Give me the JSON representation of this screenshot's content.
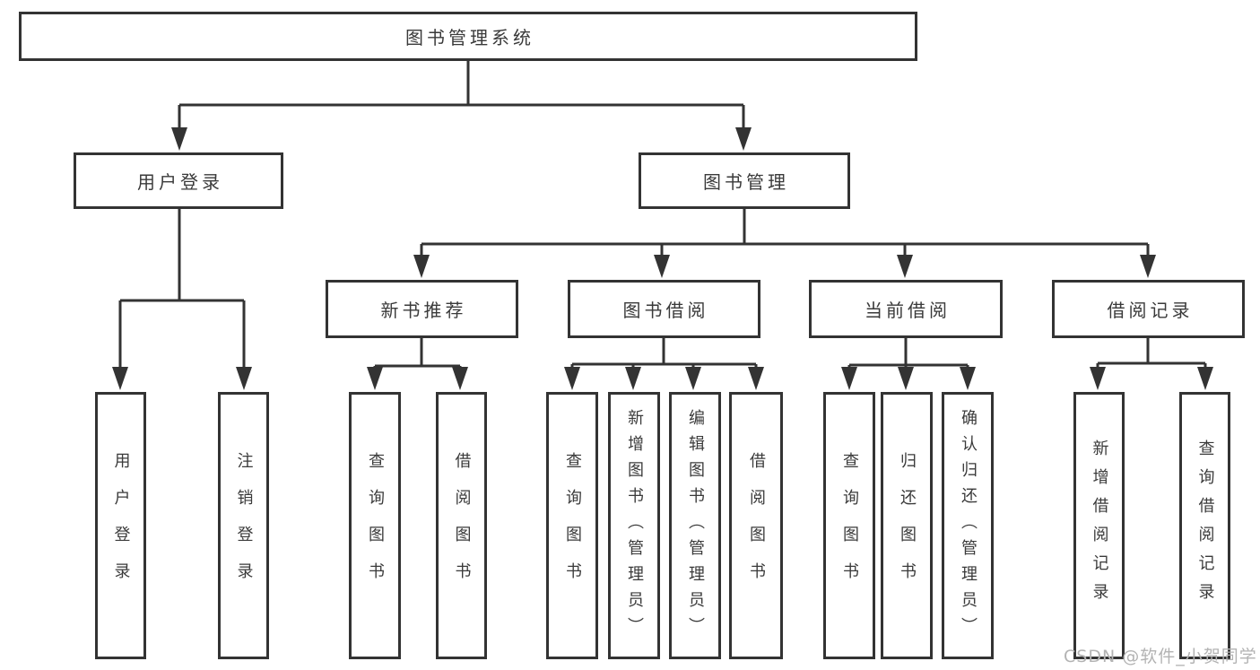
{
  "colors": {
    "line": "#333333",
    "text": "#3a3a3a",
    "watermark": "#b3b3b3",
    "background": "#ffffff"
  },
  "watermark": {
    "text": "CSDN @软件_小贺同学"
  },
  "tree": {
    "label": "图书管理系统",
    "children": [
      {
        "label": "用户登录",
        "children": [
          {
            "label": "用户登录"
          },
          {
            "label": "注销登录"
          }
        ]
      },
      {
        "label": "图书管理",
        "children": [
          {
            "label": "新书推荐",
            "children": [
              {
                "label": "查询图书"
              },
              {
                "label": "借阅图书"
              }
            ]
          },
          {
            "label": "图书借阅",
            "children": [
              {
                "label": "查询图书"
              },
              {
                "label": "新增图书（管理员）"
              },
              {
                "label": "编辑图书（管理员）"
              },
              {
                "label": "借阅图书"
              }
            ]
          },
          {
            "label": "当前借阅",
            "children": [
              {
                "label": "查询图书"
              },
              {
                "label": "归还图书"
              },
              {
                "label": "确认归还（管理员）"
              }
            ]
          },
          {
            "label": "借阅记录",
            "children": [
              {
                "label": "新增借阅记录"
              },
              {
                "label": "查询借阅记录"
              }
            ]
          }
        ]
      }
    ]
  }
}
